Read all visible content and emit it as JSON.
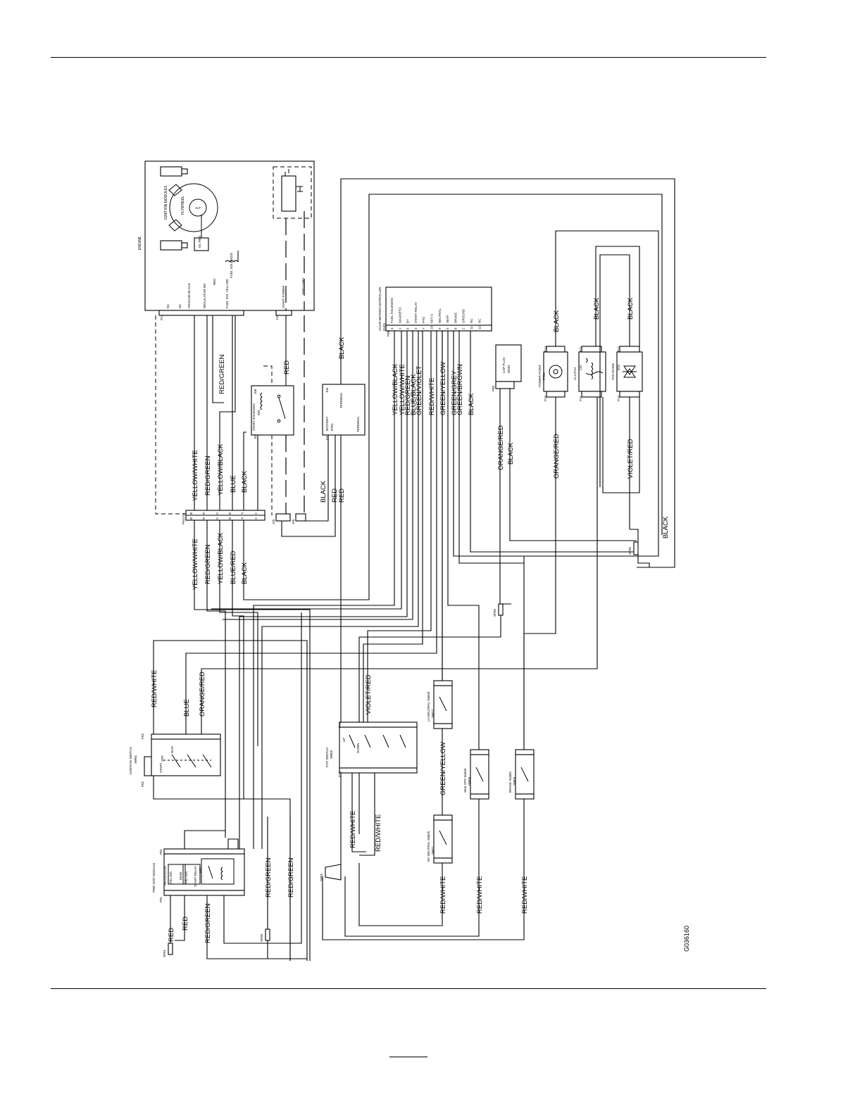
{
  "drawing_number": "G036160",
  "engine": {
    "title": "ENGINE",
    "ignition_modules": "IGNITION MODULES",
    "flywheel": "FLYWHEEL",
    "alt": "ALT",
    "dc_reg": "DC REG",
    "fuel_solenoid": "FUEL SOLENOID",
    "start_power": "START POWER",
    "eng_gnd": "ENG I GND",
    "red": "RED",
    "pins": [
      "NC",
      "NC",
      "GROUND BLACK",
      "REGULATOR RD",
      "FUEL SOL YELLOW"
    ],
    "connector_p14": "P14",
    "connector_j10": "J10"
  },
  "connectors": {
    "p01_j15": "P01/J15",
    "j25": "J25",
    "j26": "J26",
    "p01_rows": [
      "B",
      "E",
      "C",
      "D",
      "F",
      "A"
    ],
    "j15_rows": [
      "B",
      "E",
      "C",
      "D",
      "F",
      "A"
    ]
  },
  "start_solenoid": {
    "label": "START SOLENOID",
    "id": "K02",
    "j07": "J07",
    "j08": "J08",
    "red": "RED"
  },
  "battery": {
    "label": "BATTERY",
    "id": "BT01",
    "terminal": "TERMINAL",
    "j31": "J31",
    "j04": "J04"
  },
  "hour_meter": {
    "title": "HOUR METER/CONTROLLER",
    "id": "EU01",
    "connector": "P08",
    "pins": [
      {
        "num": "4",
        "label": "FUEL SOLENOID"
      },
      {
        "num": "1",
        "label": "MAGNETO"
      },
      {
        "num": "6",
        "label": "B+"
      },
      {
        "num": "3",
        "label": "START RELAY"
      },
      {
        "num": "7",
        "label": "PTO"
      },
      {
        "num": "10",
        "label": "KEY A"
      },
      {
        "num": "9",
        "label": "NEUTRAL"
      },
      {
        "num": "5",
        "label": "SEAT"
      },
      {
        "num": "8",
        "label": "BRAKE"
      },
      {
        "num": "2",
        "label": "GROUND"
      },
      {
        "num": "11",
        "label": "NC"
      },
      {
        "num": "12",
        "label": "NC"
      }
    ]
  },
  "cap_plug": {
    "label": "CAP PLUG",
    "id": "MX01",
    "connector": "P09"
  },
  "power_point": {
    "label": "POWER POINT",
    "id": "PT01",
    "p14": "P14",
    "p15": "P15"
  },
  "clutch": {
    "label": "CLUTCH",
    "id": "L01",
    "p11": "P11"
  },
  "tvs_diode": {
    "label": "TVS DIODE",
    "id": "DS1",
    "p12": "P12"
  },
  "ignition_switch": {
    "title": "IGNITION SWITCH",
    "id": "SW01",
    "off": "OFF",
    "run": "RUN",
    "start": "START",
    "p02": "P02"
  },
  "pto_switch": {
    "title": "PTO SWITCH",
    "id": "SW02",
    "up": "UP",
    "down": "DOWN",
    "p10": "P10",
    "p19": "P19"
  },
  "lh_neutral_switch": {
    "title": "LH NEUTRAL Switch",
    "id": "SW12"
  },
  "rh_neutral_switch": {
    "title": "RH NEUTRAL Switch",
    "id": "SW11"
  },
  "seat_ops_switch": {
    "title": "Seat OPS Switch",
    "id": "SW06"
  },
  "brake_switch": {
    "title": "BRAKE Switch",
    "id": "SW03"
  },
  "pwr_dist_module": {
    "title": "PWR DIST MODULE",
    "regulator": "REGULATOR",
    "f01": "F01 20A",
    "main": "MAIN",
    "f02": "F02 15A",
    "start_relay": "START RELAY",
    "k01": "K01",
    "p01": "P01",
    "p01_right": "P01"
  },
  "splices": {
    "sp01": "SP01",
    "sp02": "SP02",
    "sp03": "SP03",
    "sp05": "SP05",
    "sp06": "SP06"
  },
  "wire_labels": {
    "engine_harness": [
      "YELLOW/WHITE",
      "RED/GREEN",
      "YELLOW/BLACK",
      "BLUE",
      "BLACK"
    ],
    "main_harness": [
      "YELLOW/WHITE",
      "RED/GREEN",
      "YELLOW/BLACK",
      "BLUE/RED",
      "BLACK"
    ],
    "red_green_engine": "RED/GREEN",
    "battery_wires": [
      "BLACK",
      "RED",
      "RED"
    ],
    "battery_black": "BLACK",
    "controller": [
      "YELLOW/BLACK",
      "YELLOW/WHITE",
      "RED/GREEN",
      "BLUE/BLACK",
      "GREEN/VIOLET",
      "RED/WHITE",
      "GREEN/YELLOW",
      "GREEN/GREY",
      "GREEN/BROWN",
      "BLACK"
    ],
    "cap_plug_wires": [
      "ORANGE/RED",
      "BLACK"
    ],
    "power_point_wire": "ORANGE/RED",
    "power_point_black": "BLACK",
    "clutch_black": "BLACK",
    "tvs_black": "BLACK",
    "violet_red": "VIOLET/RED",
    "black_right": "BLACK",
    "ignition_switch_wires": [
      "RED/WHITE",
      "BLUE",
      "ORANGE/RED"
    ],
    "pto_violet_red": "VIOLET/RED",
    "green_yellow": "GREEN/YELLOW",
    "pto_red_white": [
      "RED/WHITE",
      "RED/WHITE"
    ],
    "bottom_red_white": [
      "RED/WHITE",
      "RED/WHITE",
      "RED/WHITE"
    ],
    "pdm_wires": [
      "RED",
      "RED",
      "RED/GREEN",
      "RED/GREEN",
      "RED/GREEN"
    ]
  }
}
